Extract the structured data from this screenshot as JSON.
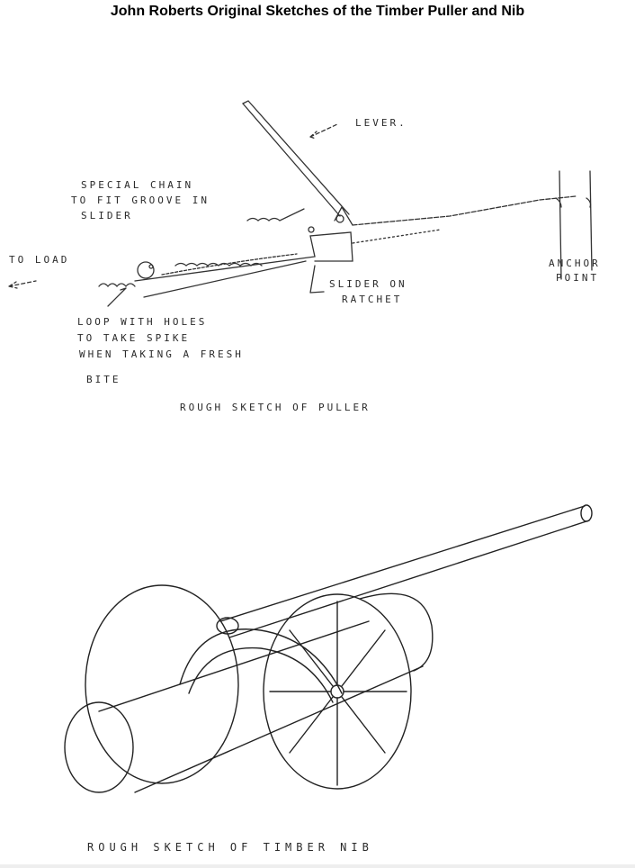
{
  "title": "John Roberts Original Sketches of the Timber Puller and Nib",
  "puller_sketch": {
    "labels": {
      "lever": "LEVER.",
      "chain_1": "SPECIAL CHAIN",
      "chain_2": "TO FIT GROOVE IN",
      "chain_3": "SLIDER",
      "to_load": "TO LOAD",
      "anchor_1": "ANCHOR",
      "anchor_2": "POINT",
      "slider_1": "SLIDER ON",
      "slider_2": "RATCHET",
      "loop_1": "LOOP WITH HOLES",
      "loop_2": "TO TAKE SPIKE",
      "loop_3": "WHEN TAKING A FRESH",
      "loop_4": "BITE"
    },
    "caption": "ROUGH SKETCH OF PULLER"
  },
  "nib_sketch": {
    "caption": "ROUGH SKETCH OF TIMBER NIB"
  }
}
